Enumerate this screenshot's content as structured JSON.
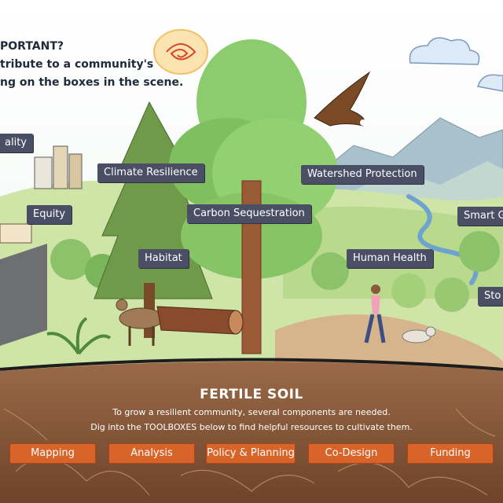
{
  "intro": {
    "line1": "PORTANT?",
    "line2": "tribute to a community's",
    "line3": "ng on the boxes in the scene."
  },
  "tags": {
    "quality": "ality",
    "climate_resilience": "Climate Resilience",
    "watershed_protection": "Watershed Protection",
    "equity": "Equity",
    "carbon_sequestration": "Carbon Sequestration",
    "smart_growth": "Smart Gr",
    "habitat": "Habitat",
    "human_health": "Human Health",
    "storm": "Sto"
  },
  "soil": {
    "title": "FERTILE SOIL",
    "line1": "To grow a resilient community, several components are needed.",
    "line2": "Dig into the TOOLBOXES below to find helpful resources to cultivate them."
  },
  "toolboxes": [
    "Mapping",
    "Analysis",
    "Policy & Planning",
    "Co-Design",
    "Funding"
  ],
  "colors": {
    "tag_bg": "#4a4f66",
    "toolbox_bg": "#d8642a",
    "soil": "#8a5a3a"
  }
}
